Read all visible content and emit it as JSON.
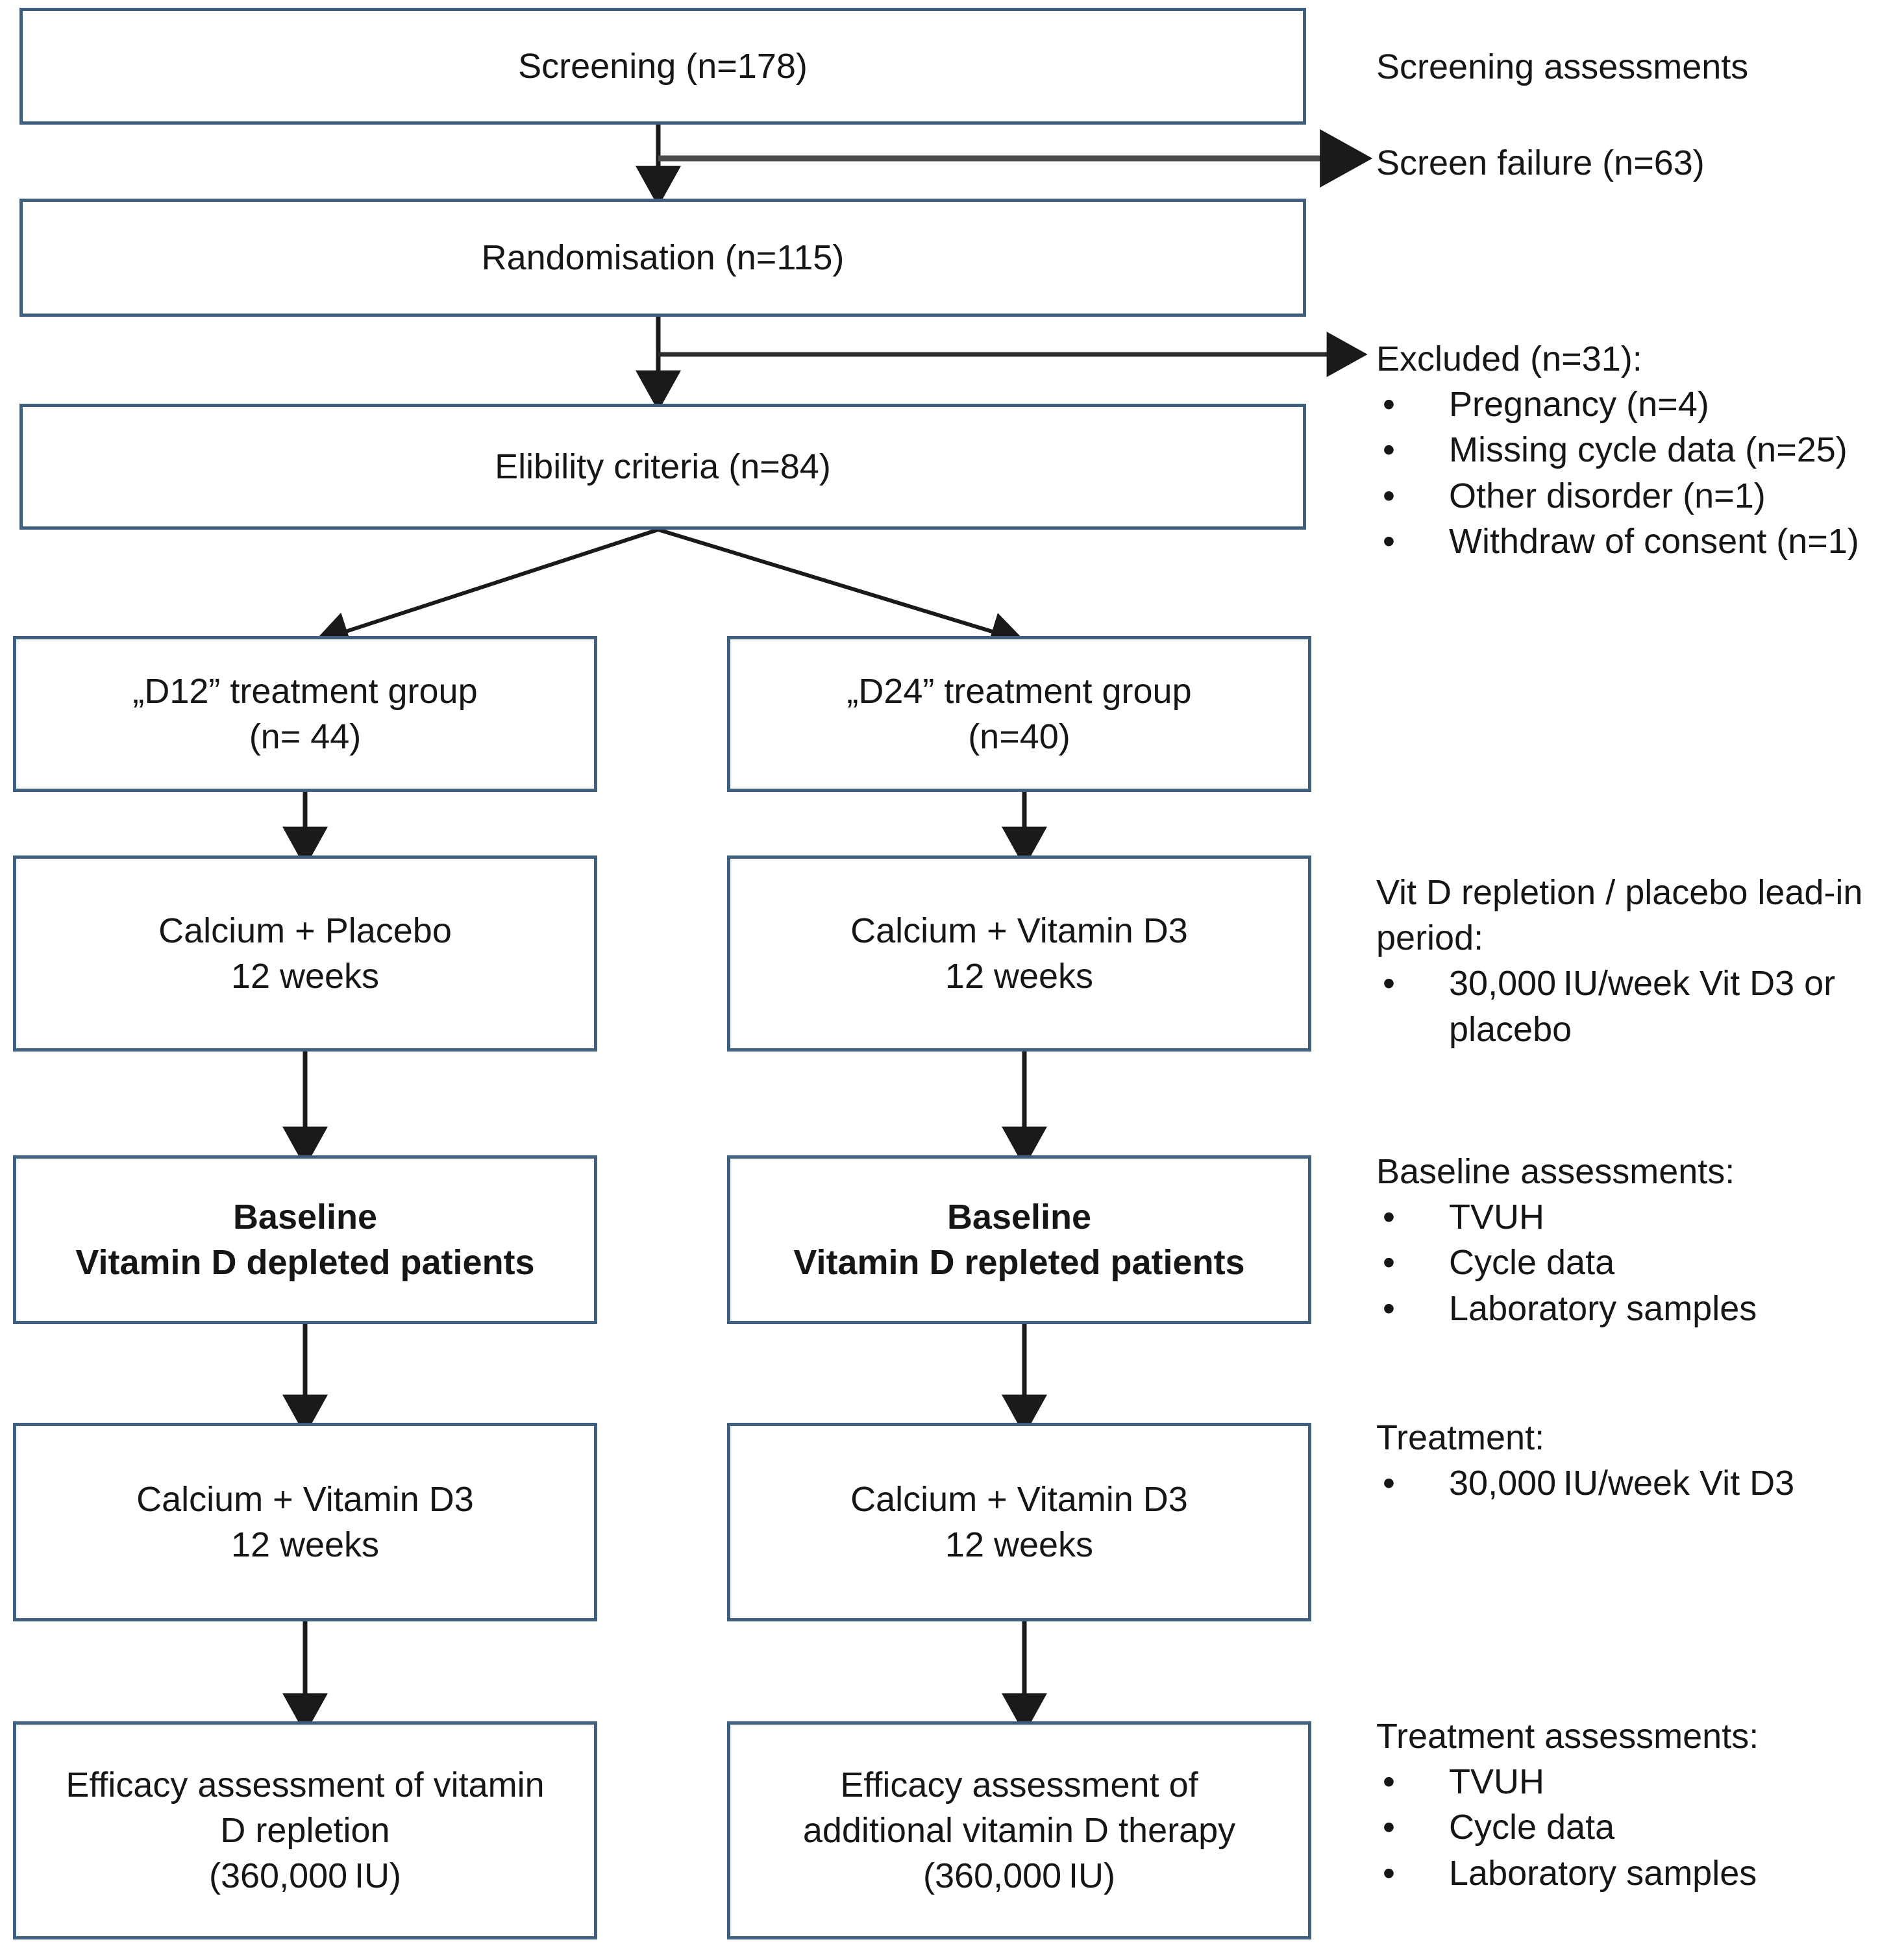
{
  "diagram": {
    "title": "Clinical trial CONSORT-style flow diagram",
    "accent_border": "#3e5f7e",
    "text_color": "#161616",
    "arrow_color": "#1a1a1a"
  },
  "nodes": {
    "screening": {
      "lines": [
        "Screening (n=178)"
      ]
    },
    "randomisation": {
      "lines": [
        "Randomisation (n=115)"
      ]
    },
    "eligibility": {
      "lines": [
        "Elibility criteria  (n=84)"
      ]
    },
    "group_d12": {
      "lines": [
        "„D12” treatment group",
        "(n= 44)"
      ]
    },
    "group_d24": {
      "lines": [
        "„D24” treatment group",
        "(n=40)"
      ]
    },
    "leadin_left": {
      "lines": [
        "Calcium + Placebo",
        "12 weeks"
      ]
    },
    "leadin_right": {
      "lines": [
        "Calcium + Vitamin D3",
        "12 weeks"
      ]
    },
    "baseline_left": {
      "lines": [
        "Baseline",
        "Vitamin D depleted patients"
      ]
    },
    "baseline_right": {
      "lines": [
        "Baseline",
        "Vitamin D repleted patients"
      ]
    },
    "treat_left": {
      "lines": [
        "Calcium + Vitamin D3",
        "12 weeks"
      ]
    },
    "treat_right": {
      "lines": [
        "Calcium + Vitamin D3",
        "12 weeks"
      ]
    },
    "efficacy_left": {
      "lines": [
        "Efficacy assessment of vitamin",
        "D repletion",
        "(360,000 IU)"
      ]
    },
    "efficacy_right": {
      "lines": [
        "Efficacy assessment of",
        "additional vitamin D therapy",
        "(360,000 IU)"
      ]
    }
  },
  "notes": {
    "screening_assessments": {
      "heading": "Screening assessments",
      "items": []
    },
    "screen_failure": {
      "heading": "Screen failure (n=63)",
      "items": []
    },
    "excluded": {
      "heading": "Excluded (n=31):",
      "items": [
        "Pregnancy (n=4)",
        "Missing cycle data (n=25)",
        "Other disorder (n=1)",
        "Withdraw of consent (n=1)"
      ]
    },
    "leadin": {
      "heading": "Vit D repletion / placebo lead-in period:",
      "items": [
        "30,000 IU/week Vit D3 or placebo"
      ]
    },
    "baseline_assessments": {
      "heading": "Baseline assessments:",
      "items": [
        "TVUH",
        "Cycle data",
        "Laboratory samples"
      ]
    },
    "treatment": {
      "heading": "Treatment:",
      "items": [
        "30,000 IU/week Vit D3"
      ]
    },
    "treatment_assessments": {
      "heading": "Treatment assessments:",
      "items": [
        "TVUH",
        "Cycle data",
        "Laboratory samples"
      ]
    }
  },
  "bullet_glyph": "•"
}
